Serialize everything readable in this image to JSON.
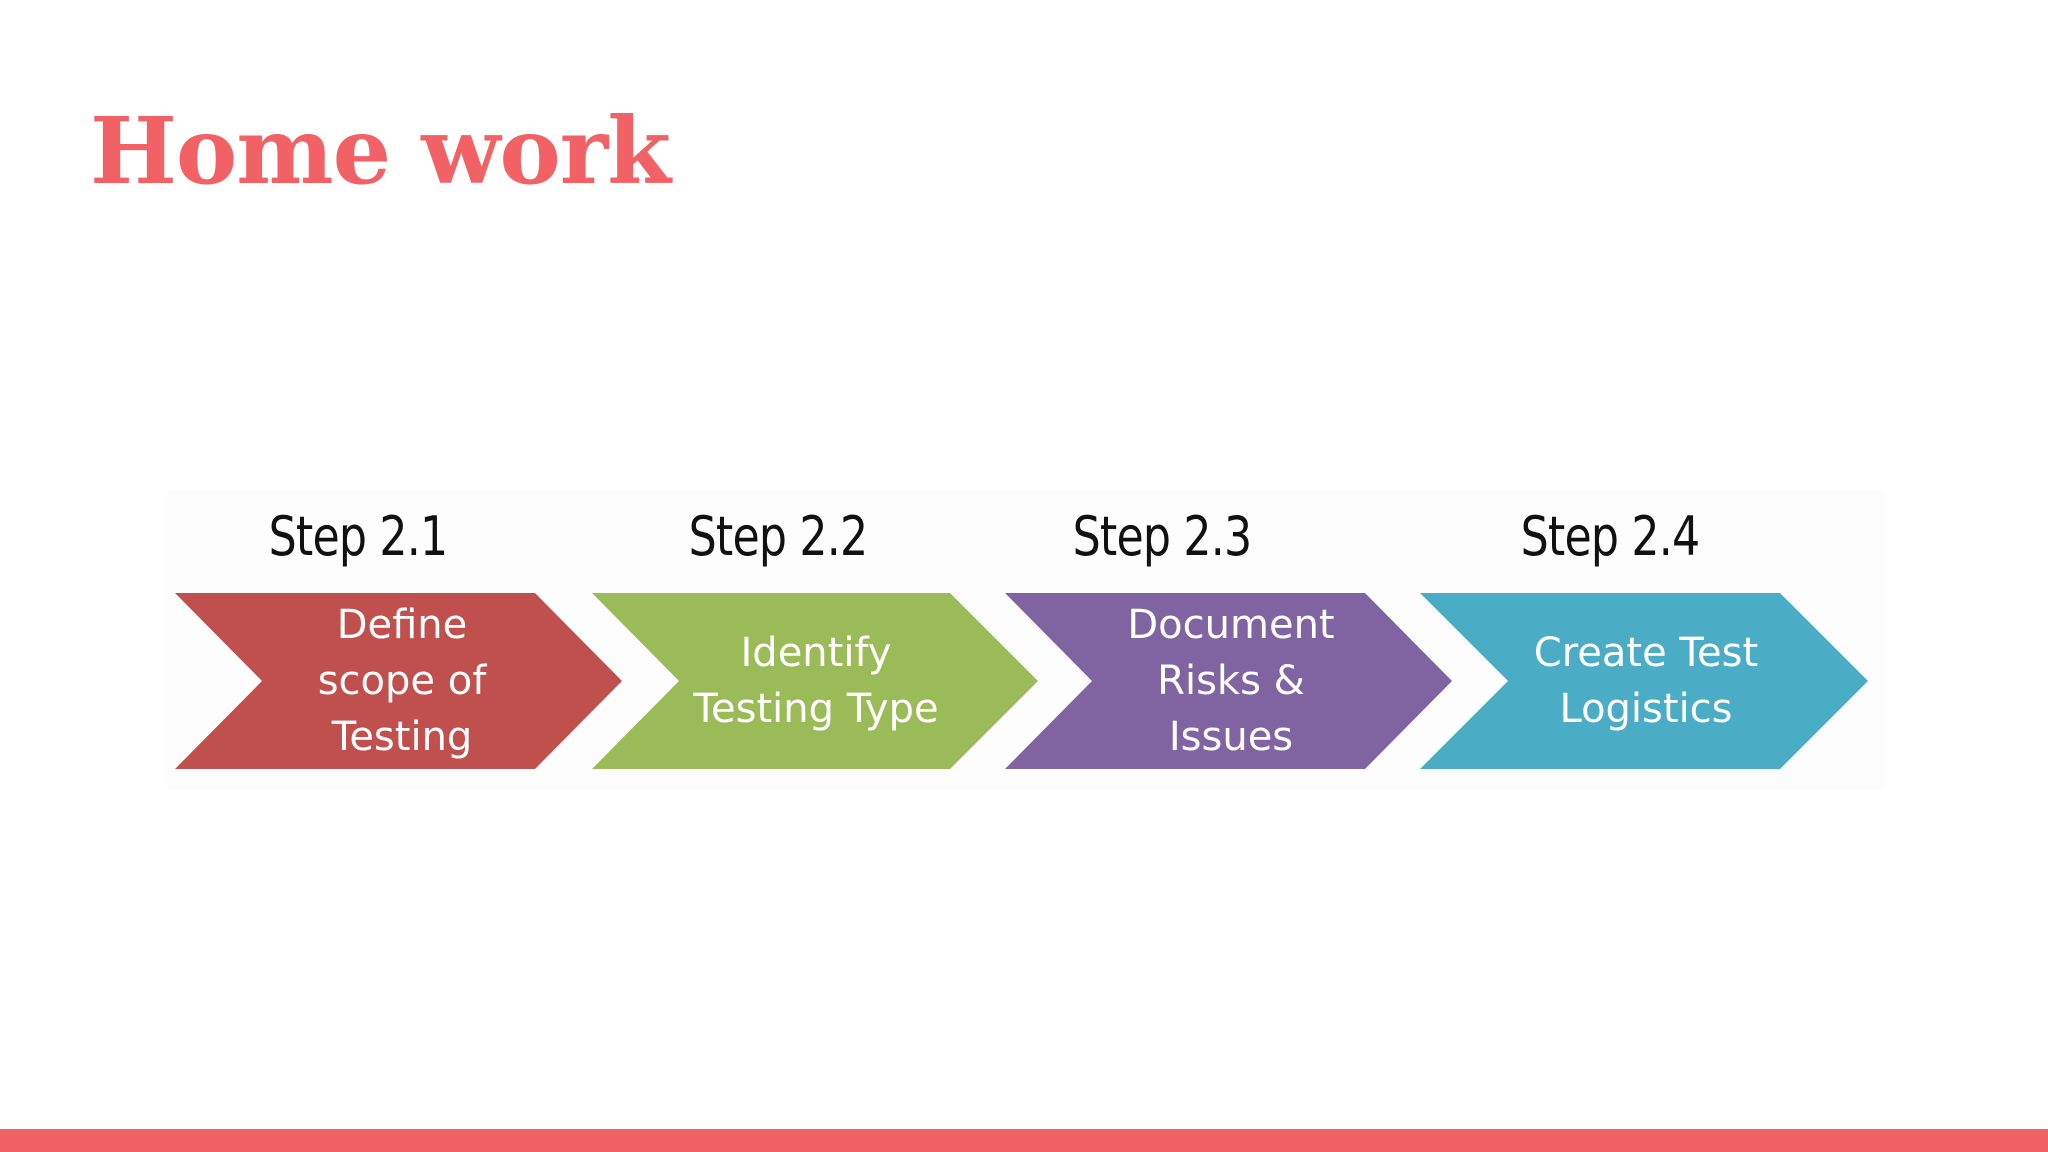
{
  "slide": {
    "title": "Home work"
  },
  "steps": [
    {
      "label": "Step 2.1",
      "lines": [
        "Define",
        "scope of",
        "Testing"
      ],
      "color": "#c0504d"
    },
    {
      "label": "Step 2.2",
      "lines": [
        "Identify",
        "Testing Type"
      ],
      "color": "#9bbb59"
    },
    {
      "label": "Step 2.3",
      "lines": [
        "Document",
        "Risks &",
        "Issues"
      ],
      "color": "#8064a2"
    },
    {
      "label": "Step 2.4",
      "lines": [
        "Create Test",
        "Logistics"
      ],
      "color": "#4bacc6"
    }
  ],
  "theme": {
    "accent": "#f26166"
  }
}
